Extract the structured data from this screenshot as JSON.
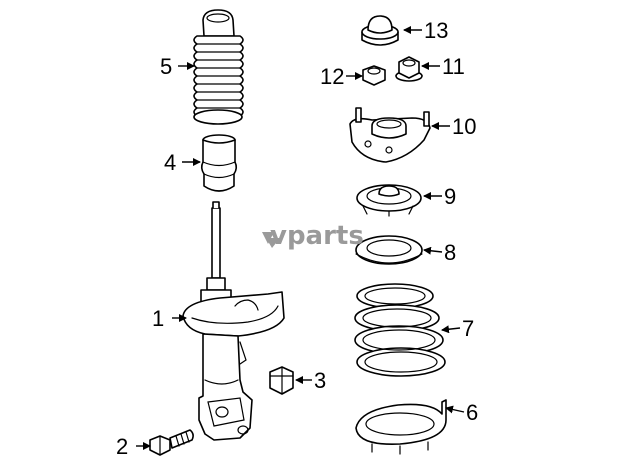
{
  "watermark": {
    "text": "vparts",
    "color": "#9a9a9a"
  },
  "callouts": [
    {
      "num": "1"
    },
    {
      "num": "2"
    },
    {
      "num": "3"
    },
    {
      "num": "4"
    },
    {
      "num": "5"
    },
    {
      "num": "6"
    },
    {
      "num": "7"
    },
    {
      "num": "8"
    },
    {
      "num": "9"
    },
    {
      "num": "10"
    },
    {
      "num": "11"
    },
    {
      "num": "12"
    },
    {
      "num": "13"
    }
  ]
}
